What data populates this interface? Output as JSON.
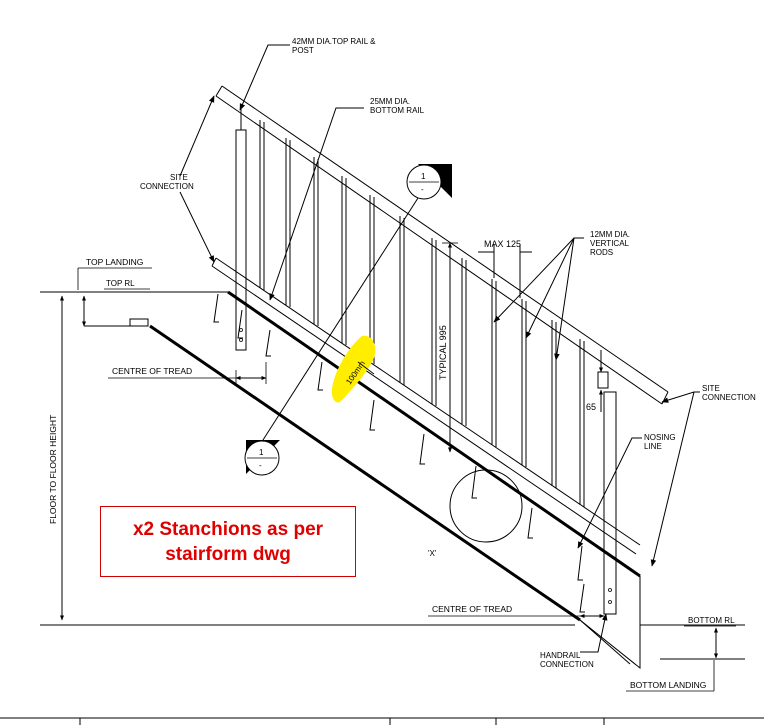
{
  "labels": {
    "top_rail_line1": "42MM DIA.TOP RAIL &",
    "top_rail_line2": "POST",
    "bottom_rail_line1": "25MM DIA.",
    "bottom_rail_line2": "BOTTOM RAIL",
    "site_connection_left_line1": "SITE",
    "site_connection_left_line2": "CONNECTION",
    "top_landing": "TOP LANDING",
    "top_rl": "TOP RL",
    "centre_of_tread_top": "CENTRE OF TREAD",
    "floor_to_floor_height": "FLOOR TO FLOOR HEIGHT",
    "max_spacing": "MAX 125",
    "vertical_rods_line1": "12MM DIA.",
    "vertical_rods_line2": "VERTICAL",
    "vertical_rods_line3": "RODS",
    "typical_height": "TYPICAL 995",
    "highlight_dim": "100mm",
    "dim_65": "65",
    "site_connection_right_line1": "SITE",
    "site_connection_right_line2": "CONNECTION",
    "nosing_line1": "NOSING",
    "nosing_line2": "LINE",
    "detail_x": "'X'",
    "centre_of_tread_bottom": "CENTRE OF TREAD",
    "bottom_rl": "BOTTOM RL",
    "handrail_connection_line1": "HANDRAIL",
    "handrail_connection_line2": "CONNECTION",
    "bottom_landing": "BOTTOM LANDING",
    "section_top_num": "1",
    "section_top_sub": "-",
    "section_bottom_num": "1",
    "section_bottom_sub": "-"
  },
  "note": {
    "line1": "x2 Stanchions as per",
    "line2": "stairform dwg"
  },
  "colors": {
    "note_text": "#e00000",
    "note_border": "#d00000",
    "highlight": "#ffee00"
  }
}
